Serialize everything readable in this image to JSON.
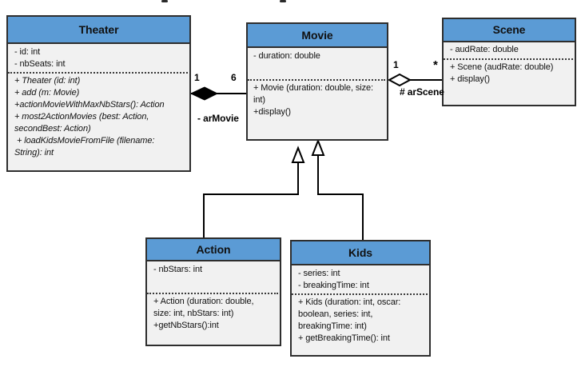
{
  "diagram": {
    "type": "uml-class-diagram",
    "classes": [
      {
        "name": "Theater",
        "attributes": [
          "- id: int",
          "- nbSeats: int"
        ],
        "methods": [
          "+ Theater (id: int)",
          "+ add (m: Movie)",
          "+actionMovieWithMaxNbStars(): Action",
          "+ most2ActionMovies (best: Action,",
          "secondBest: Action)",
          " + loadKidsMovieFromFile (filename:",
          "String): int"
        ],
        "methods_italic": true
      },
      {
        "name": "Movie",
        "attributes": [
          "- duration: double"
        ],
        "methods": [
          "+ Movie (duration: double, size:",
          "int)",
          "+display()"
        ],
        "methods_italic": false
      },
      {
        "name": "Scene",
        "attributes": [
          "- audRate: double"
        ],
        "methods": [
          "+ Scene (audRate: double)",
          "+ display()"
        ],
        "methods_italic": false
      },
      {
        "name": "Action",
        "attributes": [
          "- nbStars: int"
        ],
        "methods": [
          "+ Action (duration: double,",
          "size: int, nbStars: int)",
          "+getNbStars():int"
        ],
        "methods_italic": false
      },
      {
        "name": "Kids",
        "attributes": [
          "- series: int",
          "- breakingTime: int"
        ],
        "methods": [
          "+ Kids (duration: int, oscar:",
          "boolean, series: int,",
          "breakingTime: int)",
          "+ getBreakingTime(): int"
        ],
        "methods_italic": false
      }
    ],
    "relationships": [
      {
        "type": "composition",
        "from": "Theater",
        "to": "Movie",
        "from_multiplicity": "1",
        "to_multiplicity": "6",
        "label": "- arMovie"
      },
      {
        "type": "aggregation",
        "from": "Movie",
        "to": "Scene",
        "from_multiplicity": "1",
        "to_multiplicity": "*",
        "label": "# arScene"
      },
      {
        "type": "inheritance",
        "from": "Action",
        "to": "Movie"
      },
      {
        "type": "inheritance",
        "from": "Kids",
        "to": "Movie"
      }
    ],
    "colors": {
      "header_fill": "#5b9bd5",
      "body_fill": "#f1f1f1",
      "border": "#2e2e2e",
      "line": "#000000",
      "background": "#ffffff"
    }
  }
}
